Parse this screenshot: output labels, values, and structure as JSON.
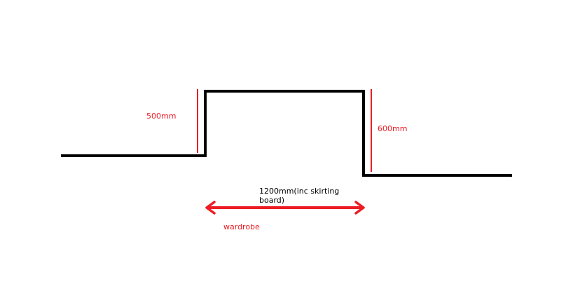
{
  "colors": {
    "outline": "#000000",
    "dimension": "#ed1c24",
    "label_dark": "#000000",
    "background": "#ffffff"
  },
  "labels": {
    "left_height": "500mm",
    "right_height": "600mm",
    "width": "1200mm(inc skirting board)",
    "item": "wardrobe"
  }
}
